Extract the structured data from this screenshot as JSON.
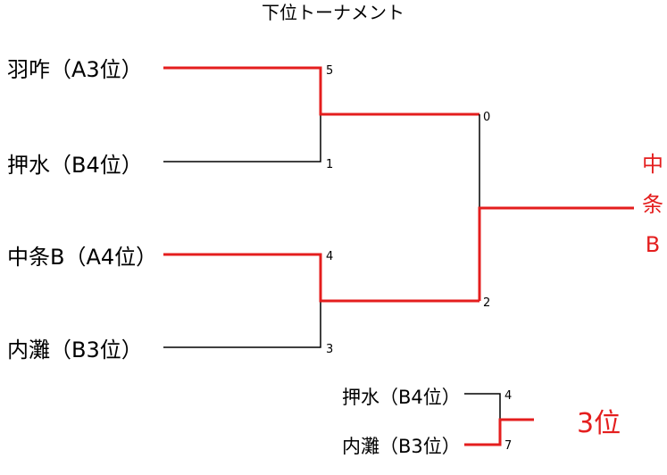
{
  "title": "下位トーナメント",
  "teams": [
    {
      "label": "羽咋（A3位）",
      "score": "5"
    },
    {
      "label": "押水（B4位）",
      "score": "1"
    },
    {
      "label": "中条B（A4位）",
      "score": "4"
    },
    {
      "label": "内灘（B3位）",
      "score": "3"
    }
  ],
  "semifinal_scores": [
    "0",
    "2"
  ],
  "champion": [
    "中",
    "条",
    "B"
  ],
  "third_place": {
    "teams": [
      {
        "label": "押水（B4位）",
        "score": "4"
      },
      {
        "label": "内灘（B3位）",
        "score": "7"
      }
    ],
    "result_label": "3位"
  },
  "colors": {
    "winner_line": "#e41e1e",
    "line": "#000000"
  }
}
